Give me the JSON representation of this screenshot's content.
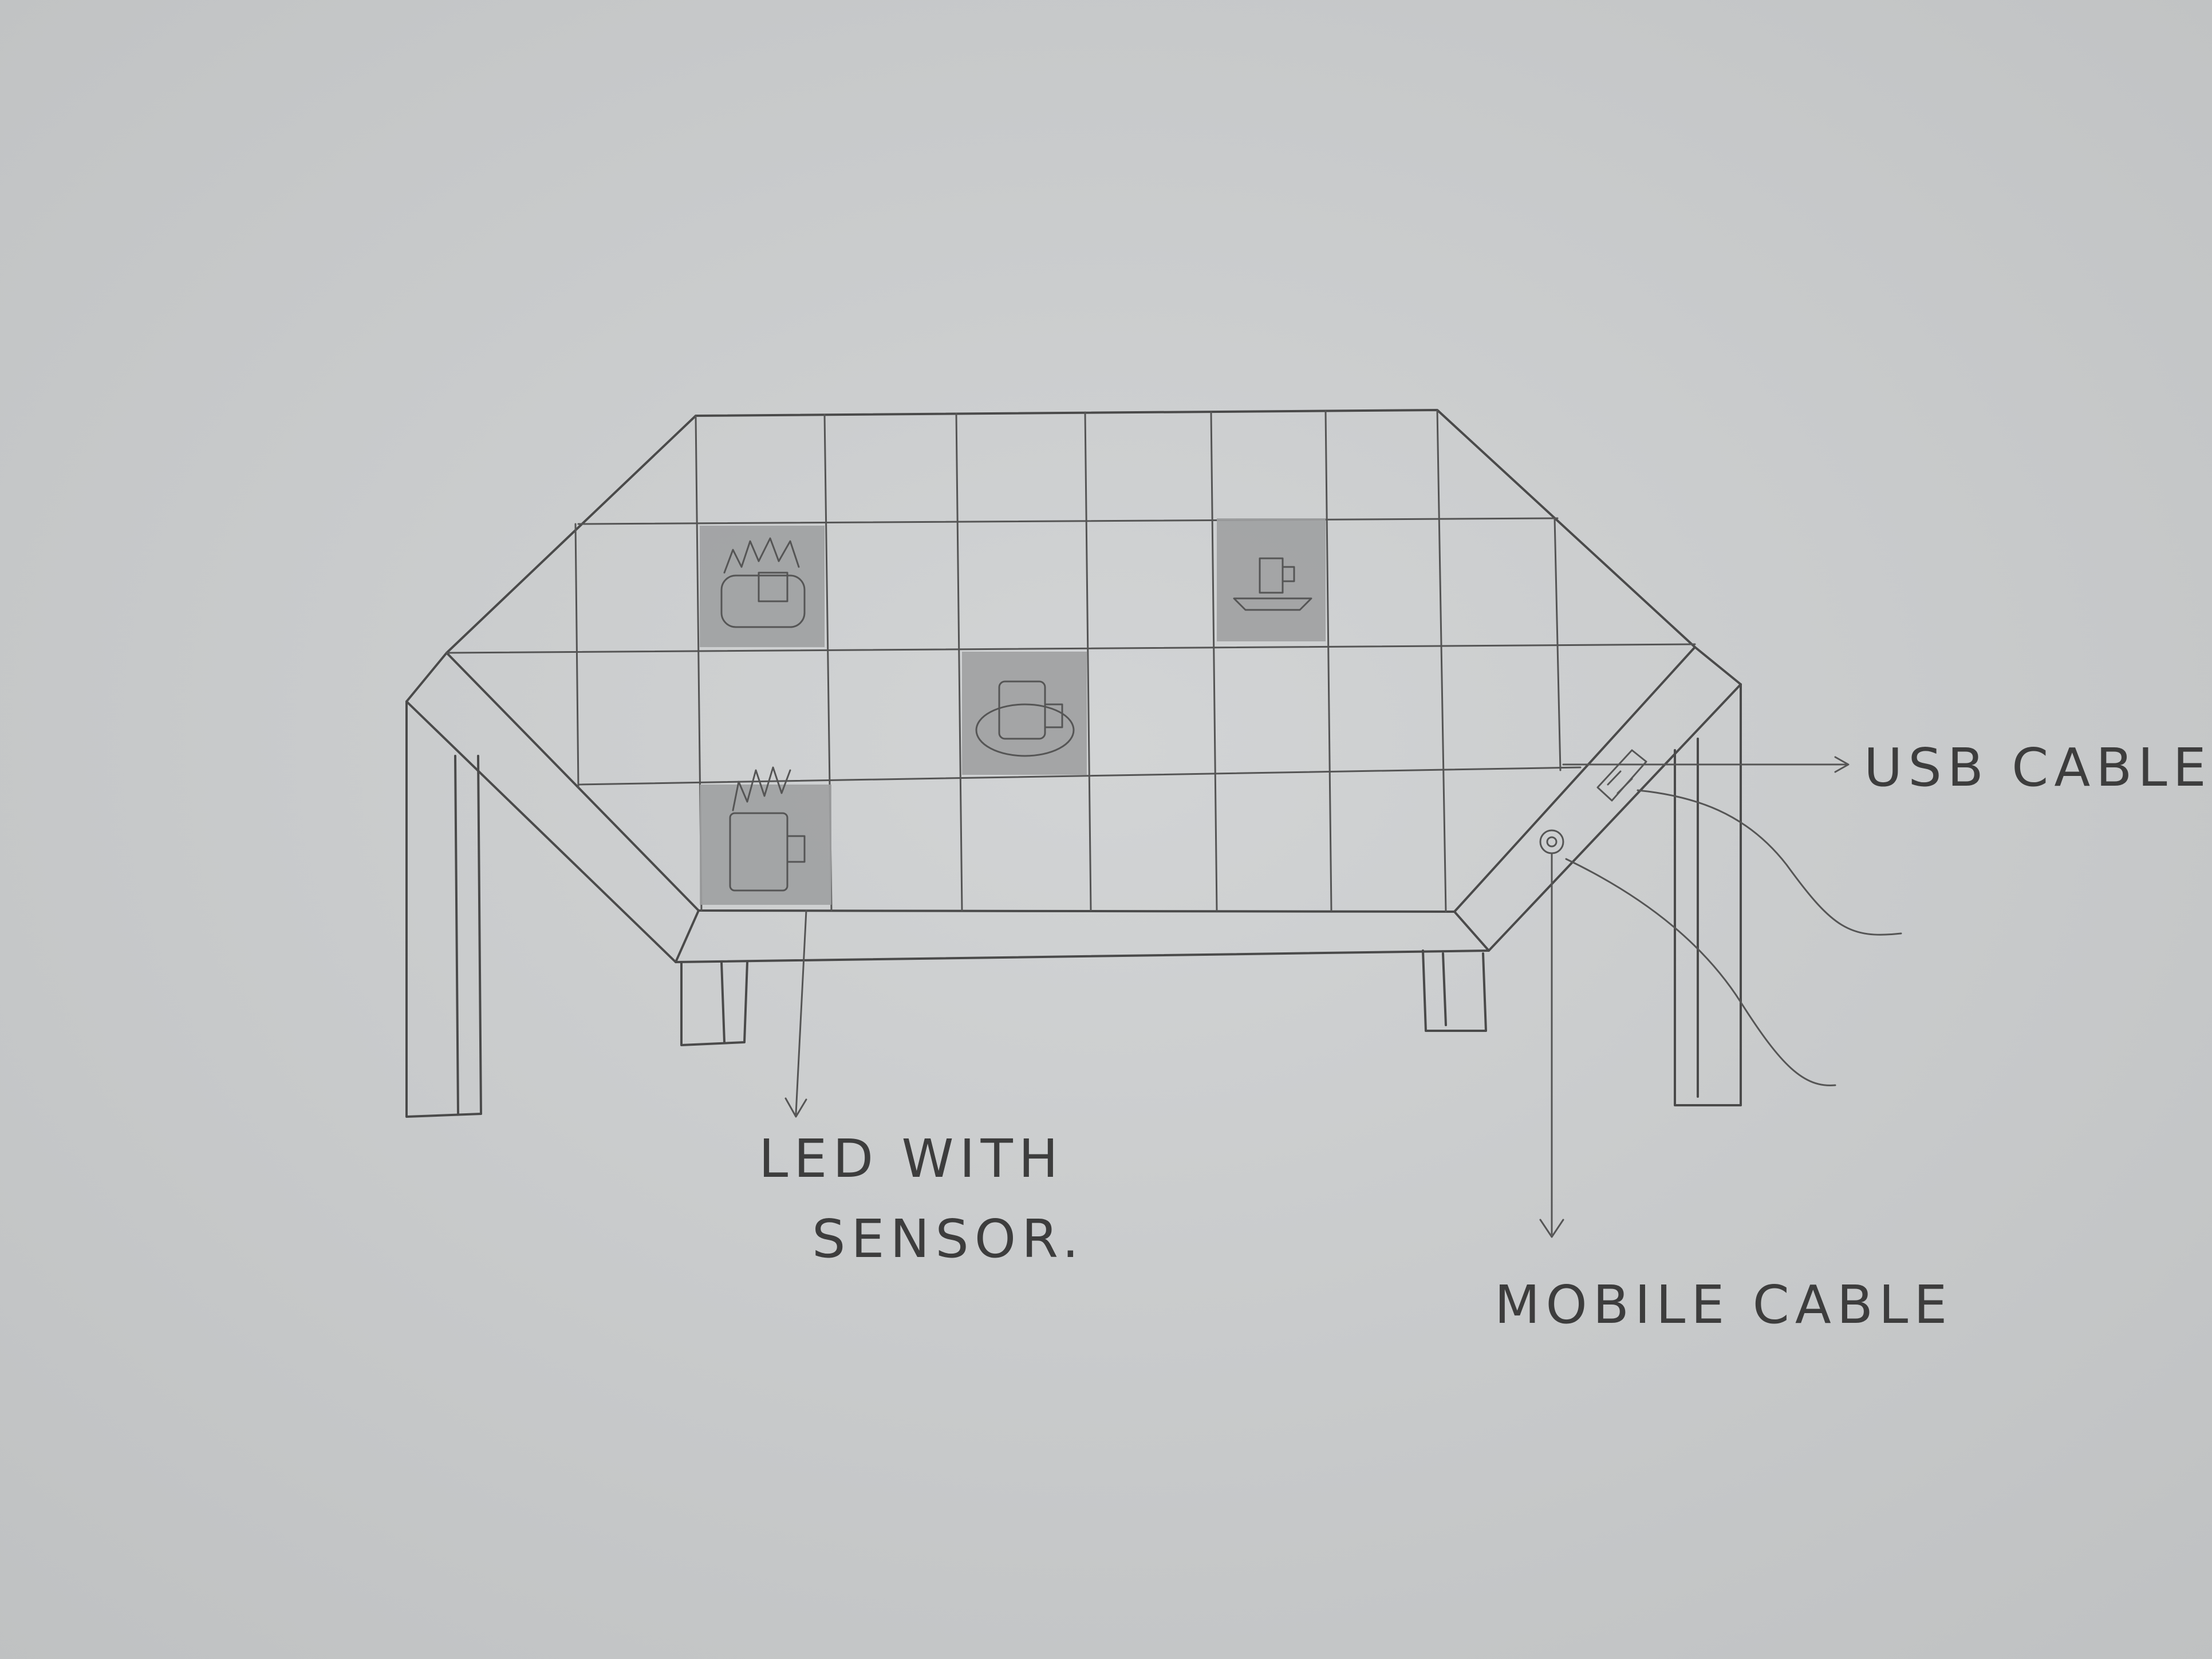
{
  "labels": {
    "usb": "USB CABLE",
    "led_line1": "LED WITH",
    "led_line2": "SENSOR.",
    "mobile": "MOBILE CABLE"
  },
  "colors": {
    "paper": "#c9cbcc",
    "pencil": "#4a4a4a",
    "shade": "#9ea0a1"
  },
  "grid": {
    "rows": 4,
    "cols": 8,
    "shaded_cells": 4
  },
  "icons": [
    "plant-pot-icon",
    "mug-icon",
    "mug-icon",
    "plant-mug-icon"
  ]
}
